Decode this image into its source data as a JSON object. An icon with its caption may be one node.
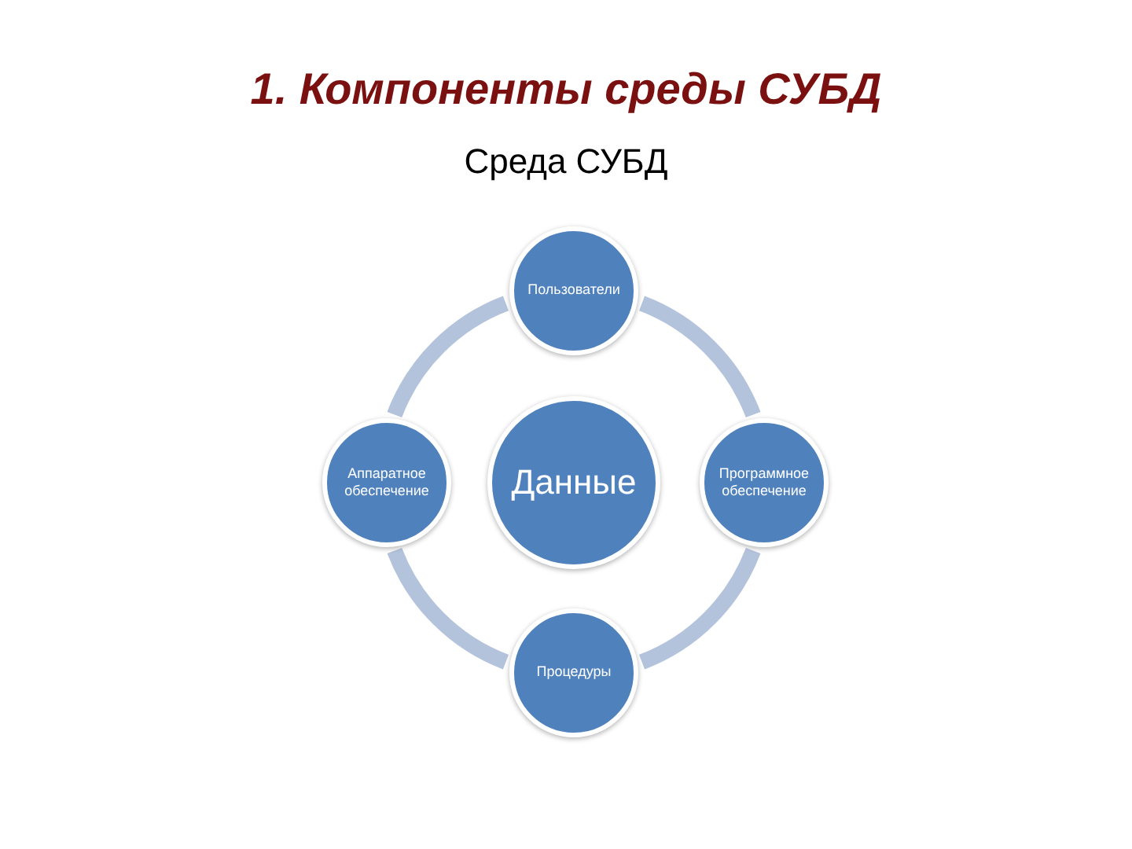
{
  "diagram": {
    "title": "1. Компоненты среды СУБД",
    "nodes": [
      {
        "text": [
          "Пользователи"
        ]
      },
      {
        "text": [
          "Аппаратное обеспечение"
        ]
      },
      {
        "text": [
          "Данные"
        ]
      },
      {
        "text": [
          "Программное обеспечение"
        ]
      },
      {
        "text": [
          "Процедуры"
        ]
      }
    ],
    "edges": [
      {
        "from": 0,
        "to": 3,
        "arrow": "none"
      },
      {
        "from": 3,
        "to": 4,
        "arrow": "none"
      },
      {
        "from": 4,
        "to": 1,
        "arrow": "none"
      },
      {
        "from": 1,
        "to": 0,
        "arrow": "none"
      }
    ],
    "labels": [
      "Среда СУБД"
    ]
  }
}
